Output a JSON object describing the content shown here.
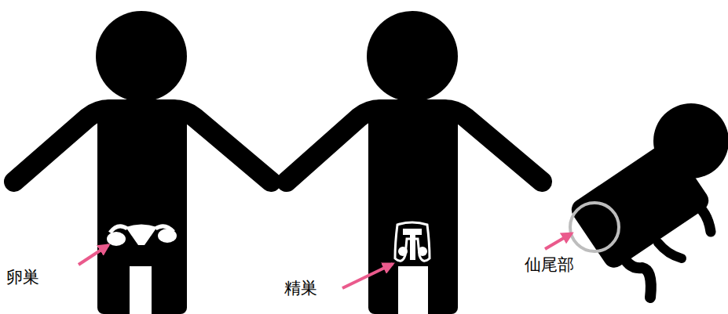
{
  "diagram": {
    "labels": [
      "卵巣",
      "精巣",
      "仙尾部"
    ]
  }
}
